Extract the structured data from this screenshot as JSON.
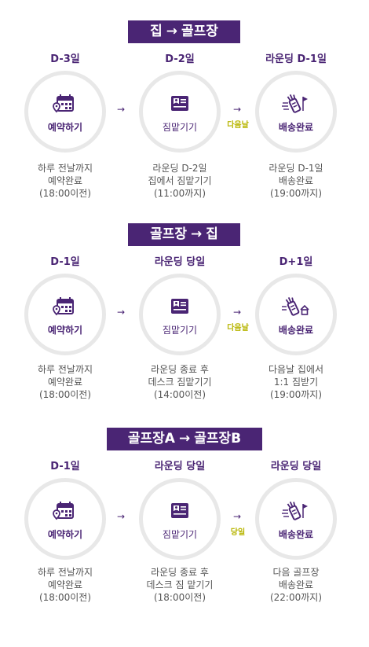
{
  "colors": {
    "purple": "#4a2574",
    "circle_border": "#e8e8e8",
    "next_day": "#b7b500"
  },
  "sections": [
    {
      "title_from": "집",
      "title_arrow": "→",
      "title_to": "골프장",
      "days": [
        "D-3일",
        "D-2일",
        "라운딩 D-1일"
      ],
      "steps": [
        {
          "icon": "calendar-location-icon",
          "label": "예약하기"
        },
        {
          "icon": "id-card-icon",
          "label": "짐맡기기"
        },
        {
          "icon": "golf-bag-icon",
          "label": "배송완료"
        }
      ],
      "connector_1": "→",
      "connector_2": "→",
      "connector_2_text": "다음날",
      "descriptions": [
        [
          "하루 전날까지",
          "예약완료",
          "(18:00이전)"
        ],
        [
          "라운딩 D-2일",
          "집에서 짐맡기기",
          "(11:00까지)"
        ],
        [
          "라운딩 D-1일",
          "배송완료",
          "(19:00까지)"
        ]
      ]
    },
    {
      "title_from": "골프장",
      "title_arrow": "→",
      "title_to": "집",
      "days": [
        "D-1일",
        "라운딩 당일",
        "D+1일"
      ],
      "steps": [
        {
          "icon": "calendar-location-icon",
          "label": "예약하기"
        },
        {
          "icon": "id-card-icon",
          "label": "짐맡기기"
        },
        {
          "icon": "golf-bag-home-icon",
          "label": "배송완료"
        }
      ],
      "connector_1": "→",
      "connector_2": "→",
      "connector_2_text": "다음날",
      "descriptions": [
        [
          "하루 전날까지",
          "예약완료",
          "(18:00이전)"
        ],
        [
          "라운딩 종료 후",
          "데스크 짐맡기기",
          "(14:00이전)"
        ],
        [
          "다음날 집에서",
          "1:1 짐받기",
          "(19:00까지)"
        ]
      ]
    },
    {
      "title_from": "골프장A",
      "title_arrow": "→",
      "title_to": "골프장B",
      "days": [
        "D-1일",
        "라운딩 당일",
        "라운딩 당일"
      ],
      "steps": [
        {
          "icon": "calendar-location-icon",
          "label": "예약하기"
        },
        {
          "icon": "id-card-icon",
          "label": "짐맡기기"
        },
        {
          "icon": "golf-bag-icon",
          "label": "배송완료"
        }
      ],
      "connector_1": "→",
      "connector_2": "→",
      "connector_2_text": "당일",
      "descriptions": [
        [
          "하루 전날까지",
          "예약완료",
          "(18:00이전)"
        ],
        [
          "라운딩 종료 후",
          "데스크 짐 맡기기",
          "(18:00이전)"
        ],
        [
          "다음 골프장",
          "배송완료",
          "(22:00까지)"
        ]
      ]
    }
  ]
}
